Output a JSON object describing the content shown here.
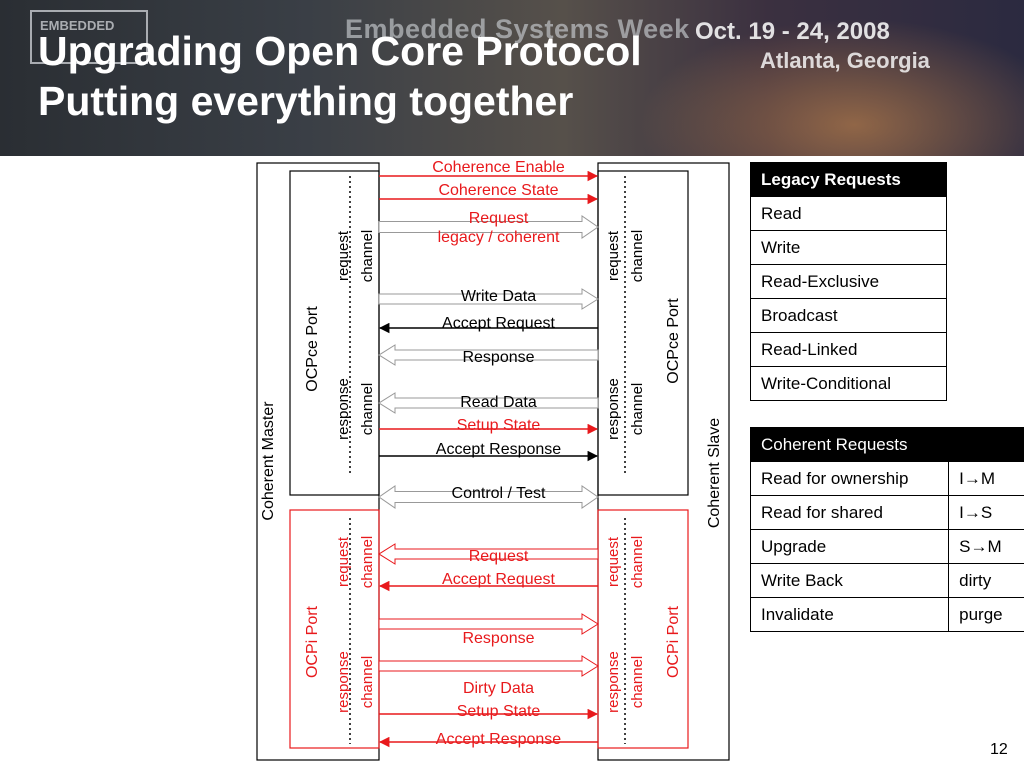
{
  "header": {
    "logo_text": "EMBEDDED",
    "conference_name": "Embedded Systems Week",
    "conference_date": "Oct. 19 - 24, 2008",
    "conference_location": "Atlanta, Georgia",
    "title_line1": "Upgrading Open Core Protocol",
    "title_line2": "Putting everything together"
  },
  "diagram": {
    "master_label": "Coherent Master",
    "slave_label": "Coherent Slave",
    "ocpce_port_label": "OCPce  Port",
    "ocpi_port_label": "OCPi  Port",
    "request_channel_label": [
      "request",
      "channel"
    ],
    "response_channel_label": [
      "response",
      "channel"
    ],
    "signals_ocpce": [
      {
        "label": "Coherence Enable",
        "color": "#e8191c"
      },
      {
        "label": "Coherence State",
        "color": "#e8191c"
      },
      {
        "label": "Request\nlegacy / coherent",
        "color": "#e8191c"
      },
      {
        "label": "Write Data",
        "color": "#000000"
      },
      {
        "label": "Accept Request",
        "color": "#000000"
      },
      {
        "label": "Response",
        "color": "#000000"
      },
      {
        "label": "Read Data",
        "color": "#000000"
      },
      {
        "label": "Setup State",
        "color": "#e8191c"
      },
      {
        "label": "Accept Response",
        "color": "#000000"
      },
      {
        "label": "Control / Test",
        "color": "#000000"
      }
    ],
    "signals_ocpi": [
      {
        "label": "Request",
        "color": "#e8191c"
      },
      {
        "label": "Accept Request",
        "color": "#e8191c"
      },
      {
        "label": "Response",
        "color": "#e8191c"
      },
      {
        "label": "Dirty Data",
        "color": "#e8191c"
      },
      {
        "label": "Setup State",
        "color": "#e8191c"
      },
      {
        "label": "Accept Response",
        "color": "#e8191c"
      }
    ]
  },
  "legacy_table": {
    "header": "Legacy Requests",
    "rows": [
      "Read",
      "Write",
      "Read-Exclusive",
      "Broadcast",
      "Read-Linked",
      "Write-Conditional"
    ]
  },
  "coherent_table": {
    "header": "Coherent Requests",
    "rows": [
      [
        "Read for ownership",
        "I→M"
      ],
      [
        "Read for shared",
        "I→S"
      ],
      [
        "Upgrade",
        "S→M"
      ],
      [
        "Write Back",
        "dirty"
      ],
      [
        "Invalidate",
        "purge"
      ]
    ]
  },
  "slide_number": "12",
  "colors": {
    "accent_red": "#e8191c",
    "header_bg": "#000000",
    "banner_text": "#ffffff"
  }
}
